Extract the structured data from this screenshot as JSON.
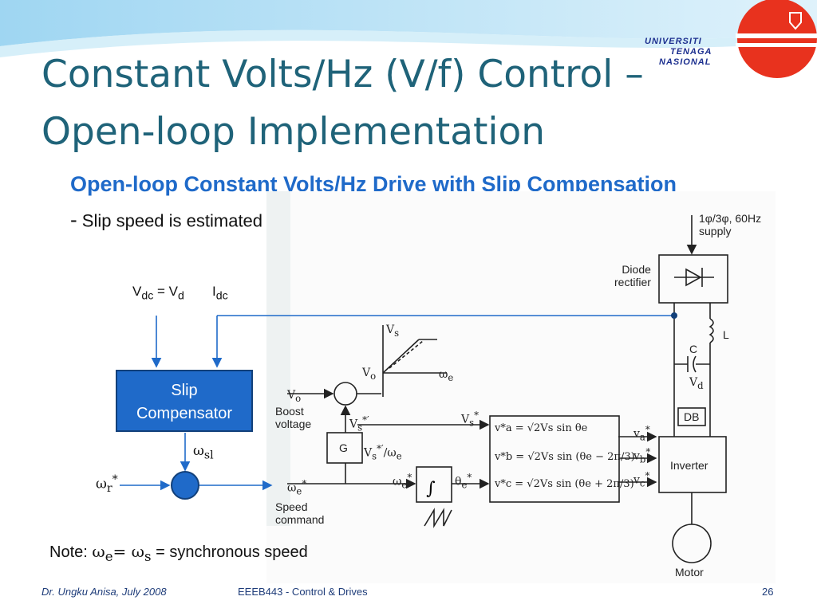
{
  "slide": {
    "title_line1": "Constant Volts/Hz (V/f) Control –",
    "title_line2": "Open-loop Implementation",
    "subtitle": "Open-loop Constant Volts/Hz Drive with Slip Compensation",
    "bullet_dash": "-",
    "bullet_text": "Slip speed is estimated and added to the reference speed",
    "note_prefix": "Note:",
    "note_suffix": "= synchronous speed"
  },
  "logo": {
    "line1": "UNIVERSITI",
    "line2": "TENAGA",
    "line3": "NASIONAL",
    "circle_color": "#e8321e"
  },
  "diagram": {
    "slip_compensator": [
      "Slip",
      "Compensator"
    ],
    "supply": [
      "1φ/3φ, 60Hz",
      "supply"
    ],
    "rectifier": [
      "Diode",
      "rectifier"
    ],
    "inductor": "L",
    "capacitor": "C",
    "db": "DB",
    "inverter": "Inverter",
    "motor": "Motor",
    "boost": [
      "Boost",
      "voltage"
    ],
    "speed_cmd": [
      "Speed",
      "command"
    ],
    "gain": "G",
    "integrator": "∫",
    "va_eq": "v*a = √2Vs sin θe",
    "vb_eq": "v*b = √2Vs sin (θe − 2π/3)",
    "vc_eq": "v*c = √2Vs sin (θe + 2π/3)"
  },
  "footer": {
    "author": "Dr. Ungku Anisa, July 2008",
    "course": "EEEB443 - Control & Drives",
    "page": "26"
  },
  "colors": {
    "title": "#1f6379",
    "accent": "#1f6ac9",
    "logo_red": "#e8321e"
  }
}
